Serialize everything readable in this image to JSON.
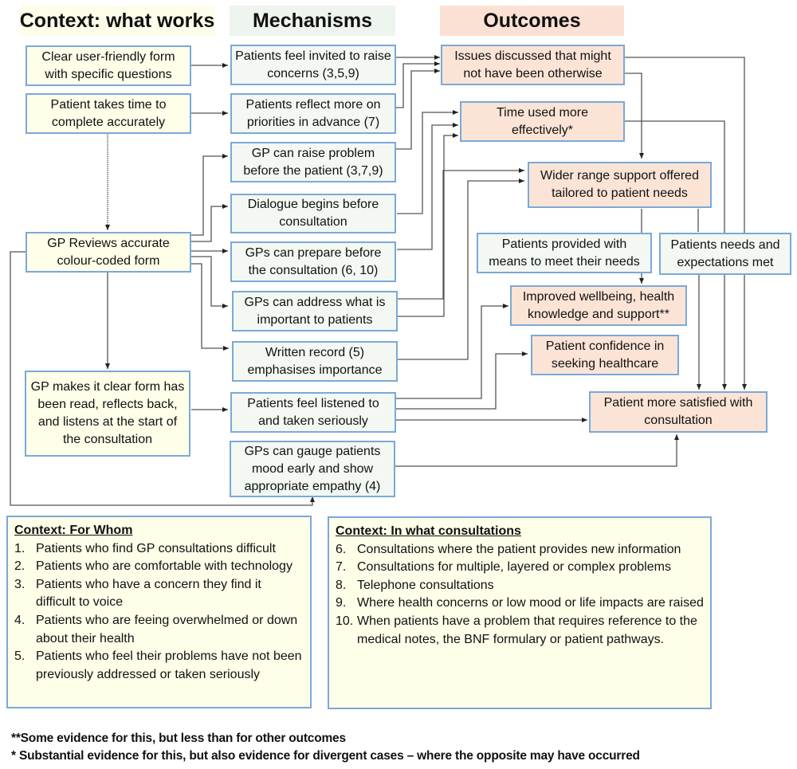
{
  "headers": {
    "context": "Context: what works",
    "mechanisms": "Mechanisms",
    "outcomes": "Outcomes"
  },
  "context_boxes": {
    "form": "Clear user-friendly form with specific questions",
    "time": "Patient takes time to complete accurately",
    "review": "GP Reviews accurate colour-coded form",
    "clear": "GP makes it clear form has been read, reflects back, and listens at the start of the consultation"
  },
  "mechanism_boxes": {
    "invited": "Patients feel invited to raise concerns (3,5,9)",
    "reflect": "Patients reflect more on priorities in advance (7)",
    "raise": "GP can raise problem before the patient (3,7,9)",
    "dialogue": "Dialogue begins before consultation",
    "prepare": "GPs can prepare before the consultation (6, 10)",
    "address": "GPs can address what is important to patients",
    "written": "Written record     (5) emphasises importance",
    "listened": "Patients feel listened to and taken seriously",
    "gauge": "GPs can gauge patients mood early and show appropriate empathy (4)",
    "means": "Patients provided with means to meet their needs",
    "needs_met": "Patients needs and expectations met"
  },
  "outcome_boxes": {
    "issues": "Issues discussed that might not have been otherwise",
    "time_used": "Time used more effectively*",
    "wider": "Wider range support offered tailored to patient needs",
    "wellbeing": "Improved wellbeing, health knowledge and support**",
    "confidence": "Patient confidence in seeking healthcare",
    "satisfied": "Patient more satisfied with consultation"
  },
  "for_whom": {
    "title": "Context: For Whom",
    "items": [
      {
        "num": "1.",
        "text": "Patients who find GP consultations difficult"
      },
      {
        "num": "2.",
        "text": "Patients who are comfortable with technology"
      },
      {
        "num": "3.",
        "text": "Patients who have a concern they find it difficult to voice"
      },
      {
        "num": "4.",
        "text": "Patients who are feeing overwhelmed or down about their health"
      },
      {
        "num": "5.",
        "text": "Patients who feel their problems have not been previously addressed or taken seriously"
      }
    ]
  },
  "in_what_consultations": {
    "title": "Context: In what consultations",
    "items": [
      {
        "num": "6.",
        "text": "Consultations where the patient provides new information"
      },
      {
        "num": "7.",
        "text": "Consultations for multiple, layered or complex problems"
      },
      {
        "num": "8.",
        "text": "Telephone consultations"
      },
      {
        "num": "9.",
        "text": "Where health concerns or low mood or life impacts are raised"
      },
      {
        "num": "10.",
        "text": "When patients have a problem that requires reference to the medical notes, the BNF formulary or patient pathways."
      }
    ]
  },
  "footnotes": {
    "double_star": "**Some evidence for this, but less than for other outcomes",
    "single_star": "* Substantial evidence for this, but also evidence for divergent cases – where the opposite may have  occurred"
  },
  "colors": {
    "context_fill": "#fefee9",
    "mechanism_fill": "#f3f8f2",
    "outcome_fill": "#fbe4d6",
    "box_border": "#7aa9d8",
    "connector": "#444444"
  }
}
